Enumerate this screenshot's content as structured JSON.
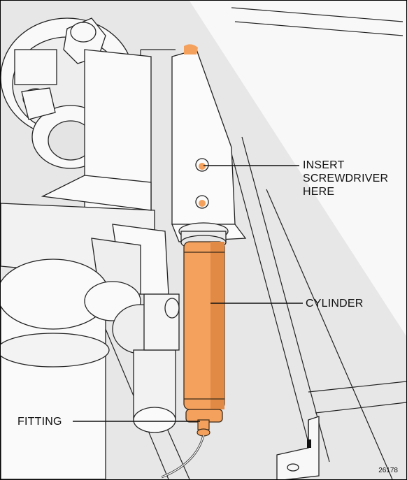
{
  "figure": {
    "number": "26178",
    "labels": {
      "insert_screwdriver": "INSERT\nSCREWDRIVER\nHERE",
      "cylinder": "CYLINDER",
      "fitting": "FITTING"
    }
  },
  "colors": {
    "cylinder": "#f4a15d",
    "cylinder_shadow": "#e08a45",
    "line": "#1a1a1a",
    "background": "#f4f4f4"
  }
}
